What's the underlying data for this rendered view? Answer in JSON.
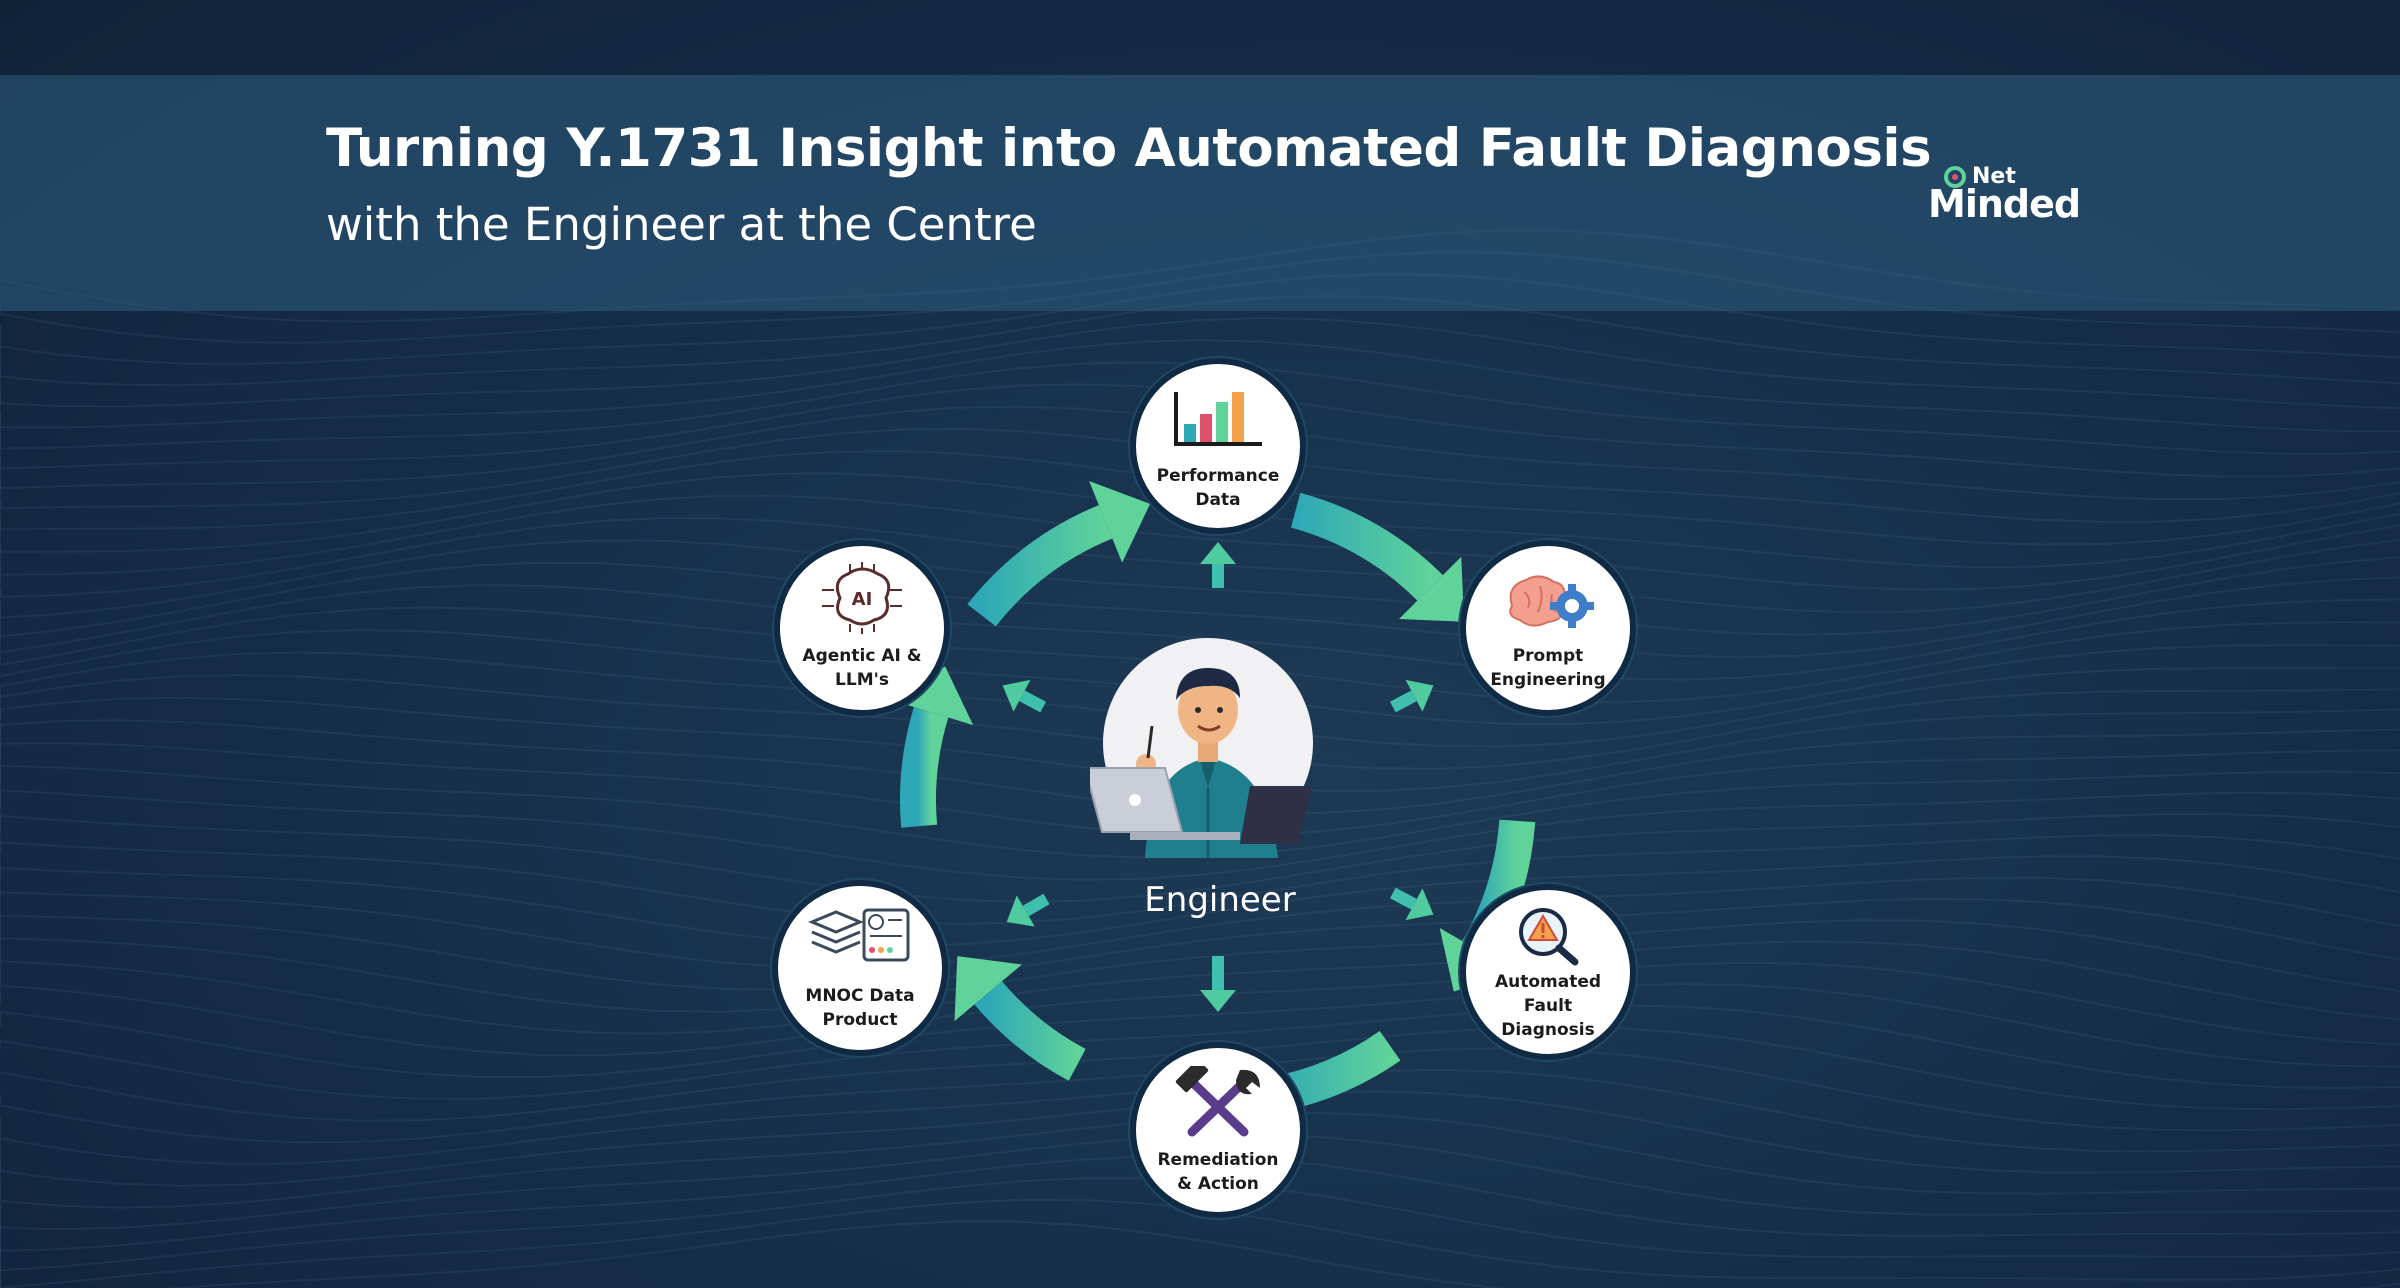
{
  "header": {
    "title": "Turning Y.1731 Insight into Automated Fault Diagnosis",
    "subtitle": "with the Engineer at the Centre"
  },
  "logo": {
    "top": "Net",
    "bottom": "Minded"
  },
  "center": {
    "label": "Engineer"
  },
  "nodes": [
    {
      "id": "performance",
      "lines": [
        "Performance",
        "Data"
      ],
      "icon": "bar-chart-icon"
    },
    {
      "id": "prompt",
      "lines": [
        "Prompt",
        "Engineering"
      ],
      "icon": "brain-gear-icon"
    },
    {
      "id": "fault",
      "lines": [
        "Automated",
        "Fault",
        "Diagnosis"
      ],
      "icon": "warning-magnifier-icon"
    },
    {
      "id": "remediation",
      "lines": [
        "Remediation",
        "& Action"
      ],
      "icon": "hammer-wrench-icon"
    },
    {
      "id": "mnoc",
      "lines": [
        "MNOC Data",
        "Product"
      ],
      "icon": "data-layers-icon"
    },
    {
      "id": "agentic",
      "lines": [
        "Agentic AI &",
        "LLM's"
      ],
      "icon": "ai-chip-icon"
    }
  ],
  "colors": {
    "arrow_start": "#2ea8b6",
    "arrow_end": "#5fd39a",
    "node_fill": "#ffffff",
    "banner": "#2d5c80"
  }
}
